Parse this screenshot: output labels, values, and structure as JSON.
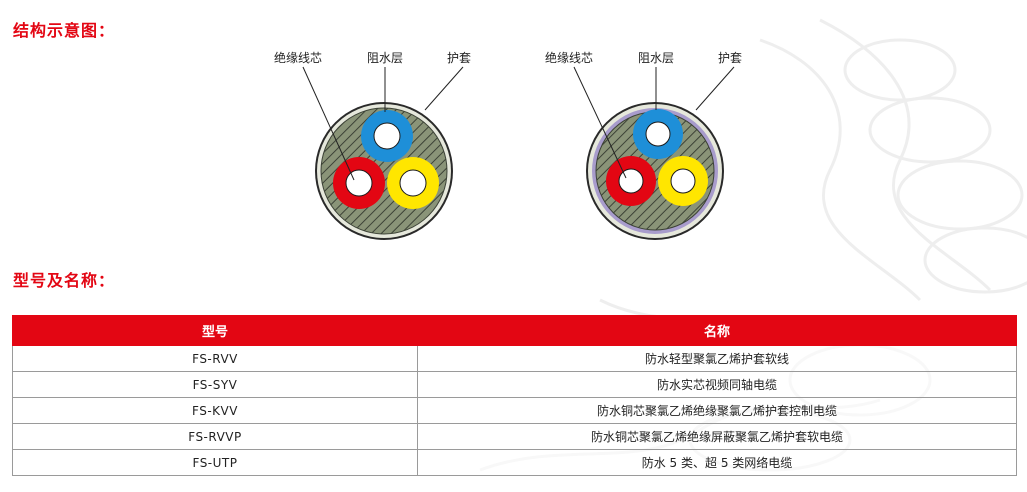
{
  "section_structure": {
    "title": "结构示意图："
  },
  "diagrams": [
    {
      "labels": {
        "insulated_core": "绝缘线芯",
        "water_block": "阻水层",
        "sheath": "护套"
      }
    },
    {
      "labels": {
        "insulated_core": "绝缘线芯",
        "water_block": "阻水层",
        "sheath": "护套"
      }
    }
  ],
  "section_model": {
    "title": "型号及名称："
  },
  "table": {
    "headers": {
      "model": "型号",
      "name": "名称"
    },
    "rows": [
      {
        "model": "FS-RVV",
        "name": "防水轻型聚氯乙烯护套软线"
      },
      {
        "model": "FS-SYV",
        "name": "防水实芯视频同轴电缆"
      },
      {
        "model": "FS-KVV",
        "name": "防水铜芯聚氯乙烯绝缘聚氯乙烯护套控制电缆"
      },
      {
        "model": "FS-RVVP",
        "name": "防水铜芯聚氯乙烯绝缘屏蔽聚氯乙烯护套软电缆"
      },
      {
        "model": "FS-UTP",
        "name": "防水 5 类、超 5 类网络电缆"
      }
    ]
  },
  "colors": {
    "accent_red": "#e30613",
    "core_blue": "#1e8fd8",
    "core_red": "#e30613",
    "core_yellow": "#ffe600",
    "filler": "#8a9478",
    "shield_purple": "#a89ccc"
  }
}
